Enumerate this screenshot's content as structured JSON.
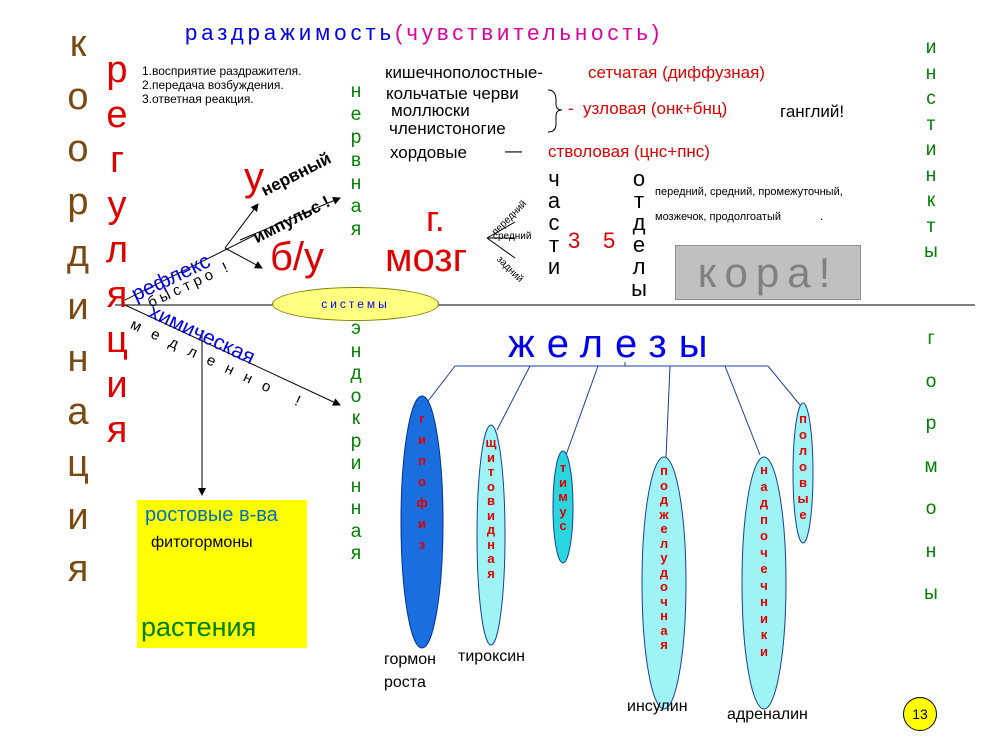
{
  "title": {
    "part1": "раздражимость",
    "part2": "(чувствительность)"
  },
  "steps": [
    "1.восприятие раздражителя.",
    "2.передача возбуждения.",
    "3.ответная реакция."
  ],
  "koordinacia": [
    "к",
    "о",
    "о",
    "р",
    "д",
    "и",
    "н",
    "а",
    "ц",
    "и",
    "я"
  ],
  "regulacia": [
    "р",
    "е",
    "г",
    "у",
    "л",
    "я",
    "ц",
    "и",
    "я"
  ],
  "nervnaya": [
    "н",
    "е",
    "р",
    "в",
    "н",
    "а",
    "я"
  ],
  "endokrinnaya": [
    "э",
    "н",
    "д",
    "о",
    "к",
    "р",
    "и",
    "н",
    "н",
    "а",
    "я"
  ],
  "instinkty": [
    "и",
    "н",
    "с",
    "т",
    "и",
    "н",
    "к",
    "т",
    "ы"
  ],
  "gormony": [
    "г",
    "о",
    "р",
    "м",
    "о",
    "н",
    "ы"
  ],
  "reflex": {
    "y": "у",
    "by": "б/у",
    "impulse1": "нервный",
    "impulse2": "импульс !",
    "reflex": "рефлекс",
    "bystro": "быстро !",
    "chemical": "химическая",
    "slow": "медленно !",
    "systems": "системы"
  },
  "animals": {
    "kishech": "кишечнополостные-",
    "kolchatye": "кольчатые черви",
    "mollyuski": "моллюски",
    "chlenist": "членистоногие",
    "hordovye": "хордовые",
    "setch": "сетчатая (диффузная)",
    "uzl": "узловая (онк+бнц)",
    "gangliy": "ганглий!",
    "stvol": "стволовая (цнс+пнс)",
    "dash": "-",
    "dash2": "—"
  },
  "brain": {
    "g": "г.",
    "mozg": "мозг",
    "front": "передний",
    "middle": "средний",
    "back": "задний",
    "chasti": [
      "ч",
      "а",
      "с",
      "т",
      "и"
    ],
    "three": "3",
    "five": "5",
    "otdely": [
      "о",
      "т",
      "д",
      "е",
      "л",
      "ы"
    ],
    "list1": "передний, средний, промежуточный,",
    "list2": "мозжечок, продолгоатый",
    "dot": ".",
    "kora": "кора!"
  },
  "glands": {
    "title": "железы",
    "items": [
      {
        "letters": [
          "г",
          "и",
          "п",
          "о",
          "ф",
          "и",
          "з"
        ],
        "caption": [
          "гормон",
          "роста"
        ]
      },
      {
        "letters": [
          "щ",
          "и",
          "т",
          "о",
          "в",
          "и",
          "д",
          "н",
          "а",
          "я"
        ],
        "caption": [
          "тироксин"
        ]
      },
      {
        "letters": [
          "т",
          "и",
          "м",
          "у",
          "с"
        ],
        "caption": []
      },
      {
        "letters": [
          "п",
          "о",
          "д",
          "ж",
          "е",
          "л",
          "у",
          "д",
          "о",
          "ч",
          "н",
          "а",
          "я"
        ],
        "caption": [
          "инсулин"
        ]
      },
      {
        "letters": [
          "н",
          "а",
          "д",
          "п",
          "о",
          "ч",
          "е",
          "ч",
          "н",
          "и",
          "к",
          "и"
        ],
        "caption": [
          "адреналин"
        ]
      },
      {
        "letters": [
          "п",
          "о",
          "л",
          "о",
          "в",
          "ы",
          "е"
        ],
        "caption": []
      }
    ]
  },
  "plants": {
    "growth": "ростовые в-ва",
    "phyto": "фитогормоны",
    "plants": "растения"
  },
  "page_number": "13",
  "colors": {
    "blue": "#0000ee",
    "magenta": "#e000a0",
    "red": "#e00000",
    "green": "#008000",
    "brown": "#7b4a12",
    "gland_cyan": "#9ef4f4",
    "gland_blue": "#1a6fe0",
    "yellow": "#ffff00",
    "kora_gray": "#c0c0c0"
  }
}
